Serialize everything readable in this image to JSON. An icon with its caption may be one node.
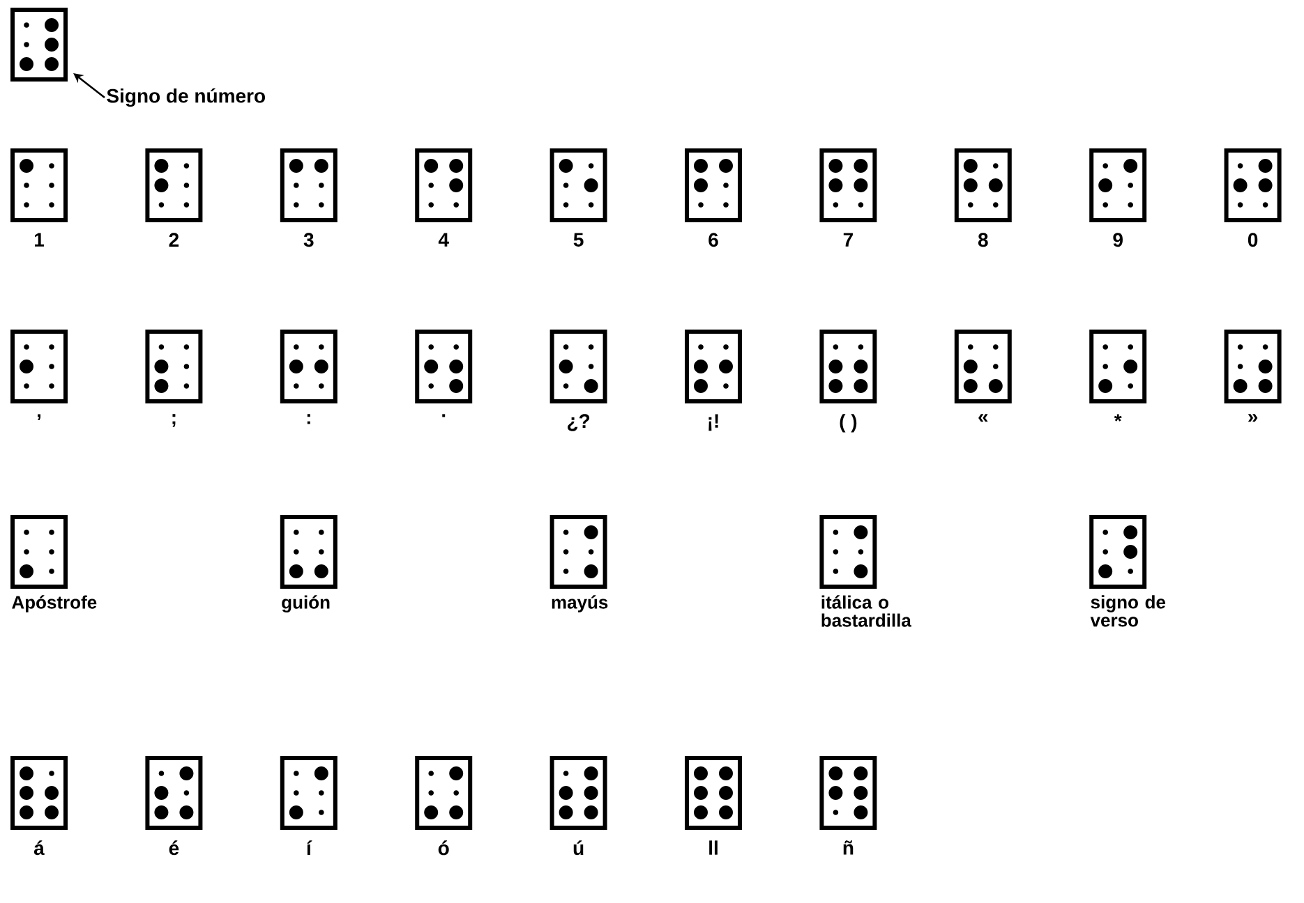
{
  "diagram": {
    "nodes": [
      {
        "text": [],
        "shape": "box"
      },
      {
        "text": [
          "Signo de número"
        ]
      },
      {
        "text": [],
        "shape": "box",
        "beside": [
          "1"
        ]
      },
      {
        "text": [],
        "shape": "box",
        "beside": [
          "2"
        ]
      },
      {
        "text": [],
        "shape": "box",
        "beside": [
          "3"
        ]
      },
      {
        "text": [],
        "shape": "box",
        "beside": [
          "4"
        ]
      },
      {
        "text": [],
        "shape": "box",
        "beside": [
          "5"
        ]
      },
      {
        "text": [],
        "shape": "box",
        "beside": [
          "6"
        ]
      },
      {
        "text": [],
        "shape": "box",
        "beside": [
          "7"
        ]
      },
      {
        "text": [],
        "shape": "box",
        "beside": [
          "8"
        ]
      },
      {
        "text": [],
        "shape": "box",
        "beside": [
          "9"
        ]
      },
      {
        "text": [],
        "shape": "box",
        "beside": [
          "0"
        ]
      },
      {
        "text": [],
        "shape": "box",
        "beside": [
          ","
        ]
      },
      {
        "text": [],
        "shape": "box",
        "beside": [
          ";"
        ]
      },
      {
        "text": [],
        "shape": "box",
        "beside": [
          ":"
        ]
      },
      {
        "text": [],
        "shape": "box",
        "beside": [
          "."
        ]
      },
      {
        "text": [],
        "shape": "box",
        "beside": [
          "¿?"
        ]
      },
      {
        "text": [],
        "shape": "box",
        "beside": [
          "¡!"
        ]
      },
      {
        "text": [],
        "shape": "box",
        "beside": [
          "( )"
        ]
      },
      {
        "text": [],
        "shape": "box",
        "beside": [
          "«"
        ]
      },
      {
        "text": [],
        "shape": "box",
        "beside": [
          "*"
        ]
      },
      {
        "text": [],
        "shape": "box",
        "beside": [
          "»"
        ]
      },
      {
        "text": [],
        "shape": "box",
        "beside": [
          "Apóstrofe"
        ]
      },
      {
        "text": [],
        "shape": "box",
        "beside": [
          "guión"
        ]
      },
      {
        "text": [],
        "shape": "box",
        "beside": [
          "mayús"
        ]
      },
      {
        "text": [],
        "shape": "box",
        "beside": [
          "itálica o bastardilla"
        ]
      },
      {
        "text": [],
        "shape": "box",
        "beside": [
          "signo de verso"
        ]
      },
      {
        "text": [],
        "shape": "box",
        "beside": [
          "á"
        ]
      },
      {
        "text": [],
        "shape": "box",
        "beside": [
          "é"
        ]
      },
      {
        "text": [],
        "shape": "box",
        "beside": [
          "í"
        ]
      },
      {
        "text": [],
        "shape": "box",
        "beside": [
          "ó"
        ]
      },
      {
        "text": [],
        "shape": "box",
        "beside": [
          "ú"
        ]
      },
      {
        "text": [],
        "shape": "box",
        "beside": [
          "ll"
        ]
      },
      {
        "text": [],
        "shape": "box",
        "beside": [
          "ñ"
        ]
      }
    ],
    "edges": [
      {
        "from": 1,
        "to": 0,
        "arrow": "to"
      }
    ]
  }
}
